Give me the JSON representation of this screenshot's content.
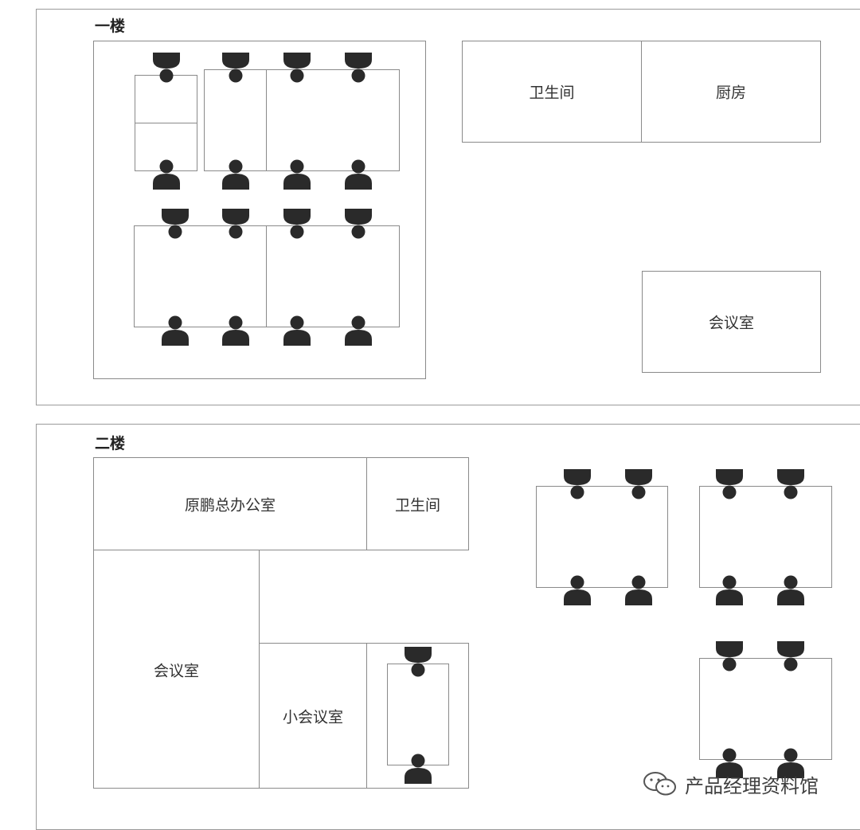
{
  "floor1": {
    "label": "一楼",
    "rooms": {
      "restroom": "卫生间",
      "kitchen": "厨房",
      "meeting": "会议室"
    }
  },
  "floor2": {
    "label": "二楼",
    "rooms": {
      "ceo_office": "原鹏总办公室",
      "restroom": "卫生间",
      "meeting": "会议室",
      "small_meeting": "小会议室"
    }
  },
  "watermark": {
    "icon": "wechat-icon",
    "text": "产品经理资料馆"
  },
  "colors": {
    "person": "#2a2a2a",
    "line": "#8a8a8a"
  }
}
